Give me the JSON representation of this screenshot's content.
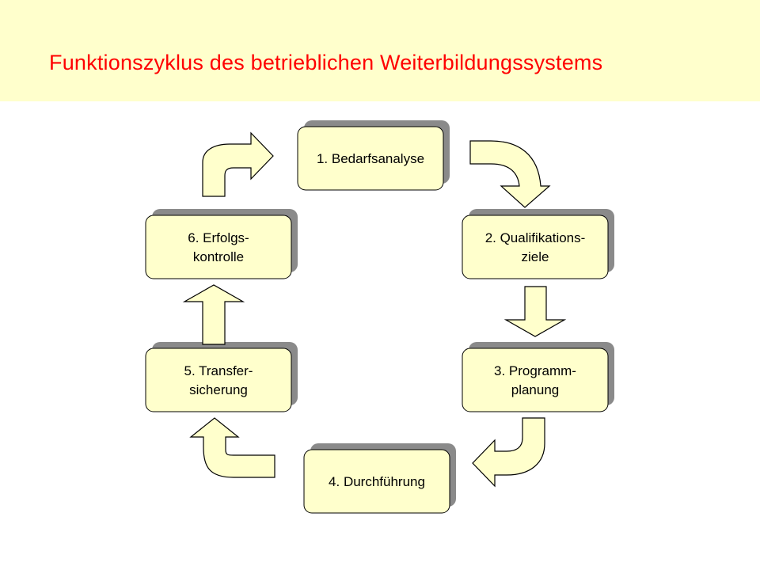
{
  "title": "Funktionszyklus des betrieblichen Weiterbildungssystems",
  "colors": {
    "header_background": "#FFFFCC",
    "title": "#FF0000",
    "node_fill": "#FFFFCC",
    "node_shadow": "#8A8A8A",
    "arrow_fill": "#FFFFCC"
  },
  "nodes": [
    {
      "id": "bedarfsanalyse",
      "lines": [
        "1. Bedarfsanalyse"
      ]
    },
    {
      "id": "qualifikationsziele",
      "lines": [
        "2. Qualifikations-",
        "ziele"
      ]
    },
    {
      "id": "programmplanung",
      "lines": [
        "3. Programm-",
        "planung"
      ]
    },
    {
      "id": "durchfuehrung",
      "lines": [
        "4. Durchführung"
      ]
    },
    {
      "id": "transfersicherung",
      "lines": [
        "5. Transfer-",
        "sicherung"
      ]
    },
    {
      "id": "erfolgskontrolle",
      "lines": [
        "6. Erfolgs-",
        "kontrolle"
      ]
    }
  ],
  "edges": [
    {
      "from": "bedarfsanalyse",
      "to": "qualifikationsziele"
    },
    {
      "from": "qualifikationsziele",
      "to": "programmplanung"
    },
    {
      "from": "programmplanung",
      "to": "durchfuehrung"
    },
    {
      "from": "durchfuehrung",
      "to": "transfersicherung"
    },
    {
      "from": "transfersicherung",
      "to": "erfolgskontrolle"
    },
    {
      "from": "erfolgskontrolle",
      "to": "bedarfsanalyse"
    }
  ]
}
